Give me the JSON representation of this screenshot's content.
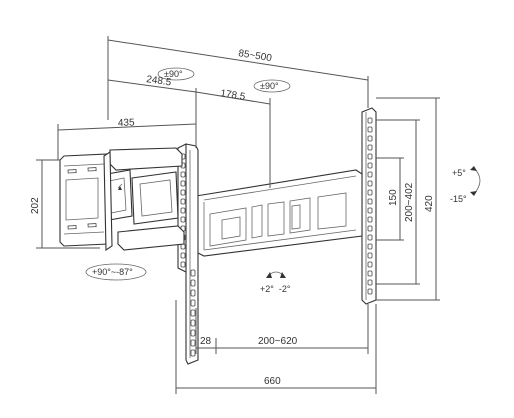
{
  "dimensions": {
    "extension": "85~500",
    "arm_long": "248.5",
    "arm_short": "178.5",
    "tv_plate_width": "435",
    "tv_plate_height": "202",
    "vesa_vertical": "150",
    "vertical_range": "200~402",
    "wall_plate_height": "420",
    "hole_offset": "28",
    "vesa_horizontal": "200~620",
    "wall_plate_width": "660"
  },
  "angles": {
    "swivel_arm": "±90°",
    "swivel_joint": "±90°",
    "tilt_up": "+5°",
    "tilt_down": "-15°",
    "level": "+2°  -2°",
    "swivel_plate": "+90°~-87°"
  },
  "colors": {
    "line": "#555555",
    "outline": "#333333"
  }
}
